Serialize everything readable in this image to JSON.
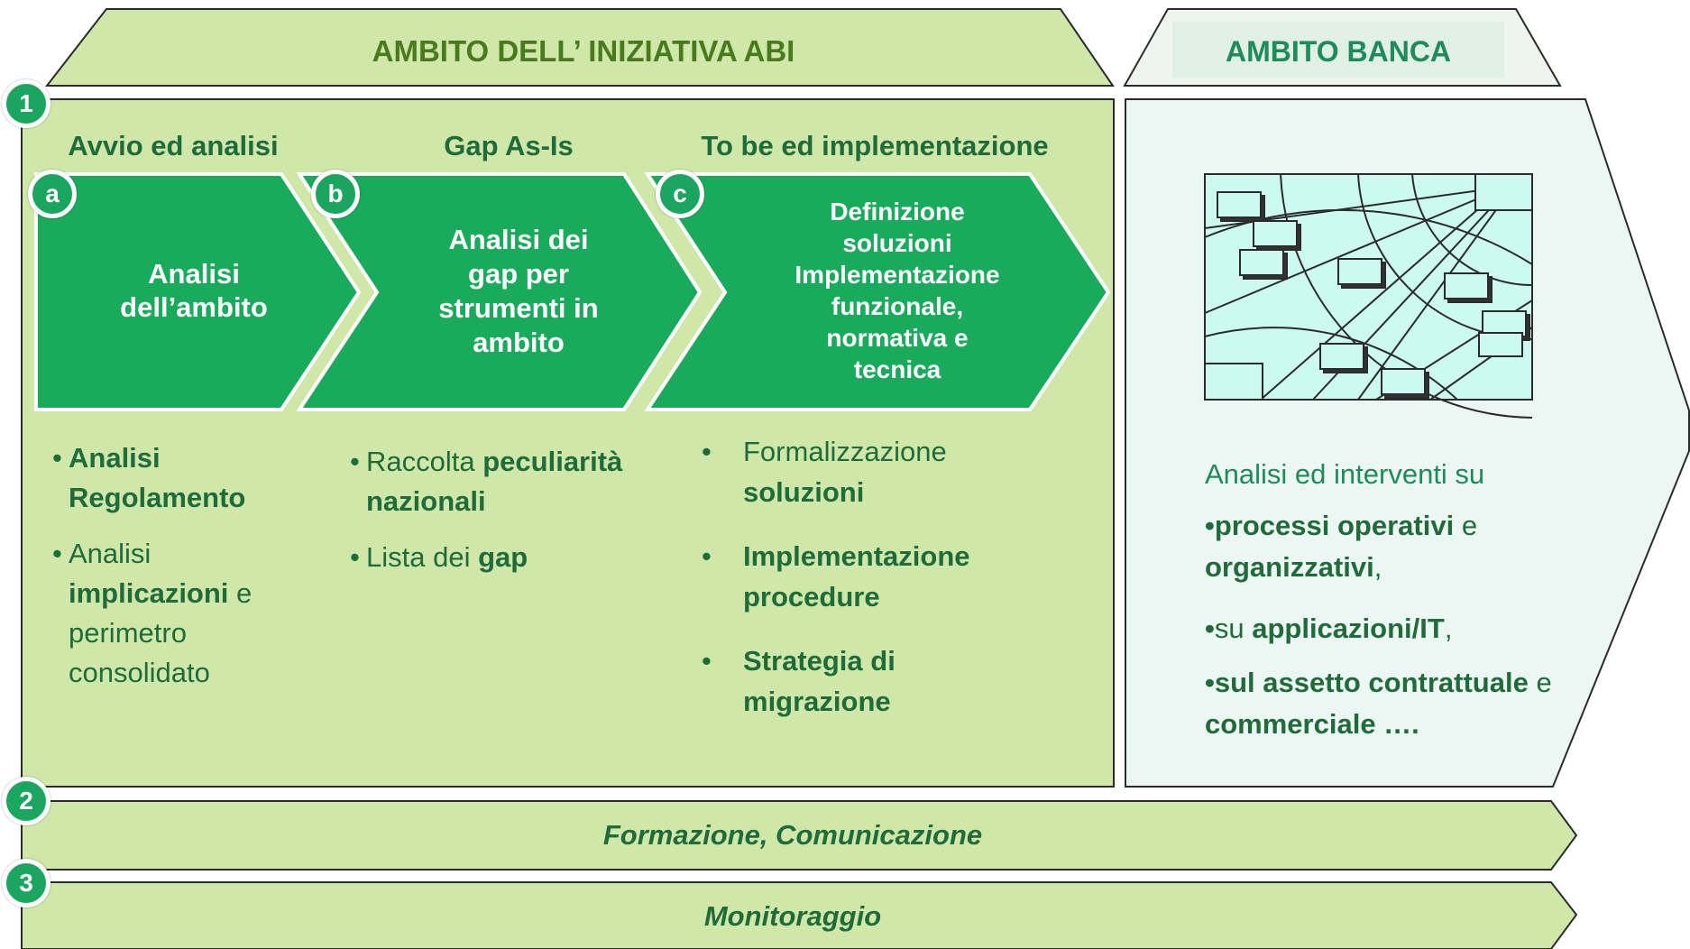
{
  "headers": {
    "abi": "AMBITO DELL’ INIZIATIVA ABI",
    "banca": "AMBITO BANCA"
  },
  "badges": {
    "main": "1",
    "formation": "2",
    "monitoring": "3"
  },
  "phases": [
    {
      "letter": "a",
      "title": "Avvio ed analisi",
      "chevron_text": "Analisi\ndell’ambito",
      "bullets": [
        {
          "before": "",
          "bold": "Analisi Regolamento",
          "after": ""
        },
        {
          "before": "Analisi ",
          "bold": "implicazioni",
          "after": " e perimetro consolidato"
        }
      ]
    },
    {
      "letter": "b",
      "title": "Gap As-Is",
      "chevron_text": "Analisi dei\ngap per\nstrumenti in\nambito",
      "bullets": [
        {
          "before": "Raccolta ",
          "bold": "peculiarità nazionali",
          "after": ""
        },
        {
          "before": "Lista dei ",
          "bold": "gap",
          "after": ""
        }
      ]
    },
    {
      "letter": "c",
      "title": "To be ed implementazione",
      "chevron_text": "Definizione\nsoluzioni\nImplementazione\nfunzionale,\nnormativa e\ntecnica",
      "bullets": [
        {
          "before": "Formalizzazione ",
          "bold": "soluzioni",
          "after": ""
        },
        {
          "before": "",
          "bold": "Implementazione procedure",
          "after": ""
        },
        {
          "before": "",
          "bold": "Strategia di migrazione",
          "after": ""
        }
      ]
    }
  ],
  "banca": {
    "intro": "Analisi ed interventi su",
    "items": [
      {
        "parts": [
          {
            "t": "•",
            "b": true
          },
          {
            "t": "processi operativi",
            "b": true
          },
          {
            "t": " e ",
            "b": false
          },
          {
            "t": "organizzativi",
            "b": true
          },
          {
            "t": ",",
            "b": false
          }
        ]
      },
      {
        "parts": [
          {
            "t": "•",
            "b": true
          },
          {
            "t": "su ",
            "b": false
          },
          {
            "t": "applicazioni/IT",
            "b": true
          },
          {
            "t": ",",
            "b": false
          }
        ]
      },
      {
        "parts": [
          {
            "t": "•",
            "b": true
          },
          {
            "t": "sul assetto contrattuale",
            "b": true
          },
          {
            "t": " e ",
            "b": false
          },
          {
            "t": "commerciale ….",
            "b": true
          }
        ]
      }
    ]
  },
  "banners": {
    "formation": "Formazione, Comunicazione",
    "monitoring": "Monitoraggio"
  },
  "colors": {
    "panel_green": "#cfe8a9",
    "chevron_green": "#1aaa5c",
    "banca_panel": "#ecf7f3",
    "network_fill": "#ccfaf0",
    "text_dark_green": "#1f6b3a"
  }
}
